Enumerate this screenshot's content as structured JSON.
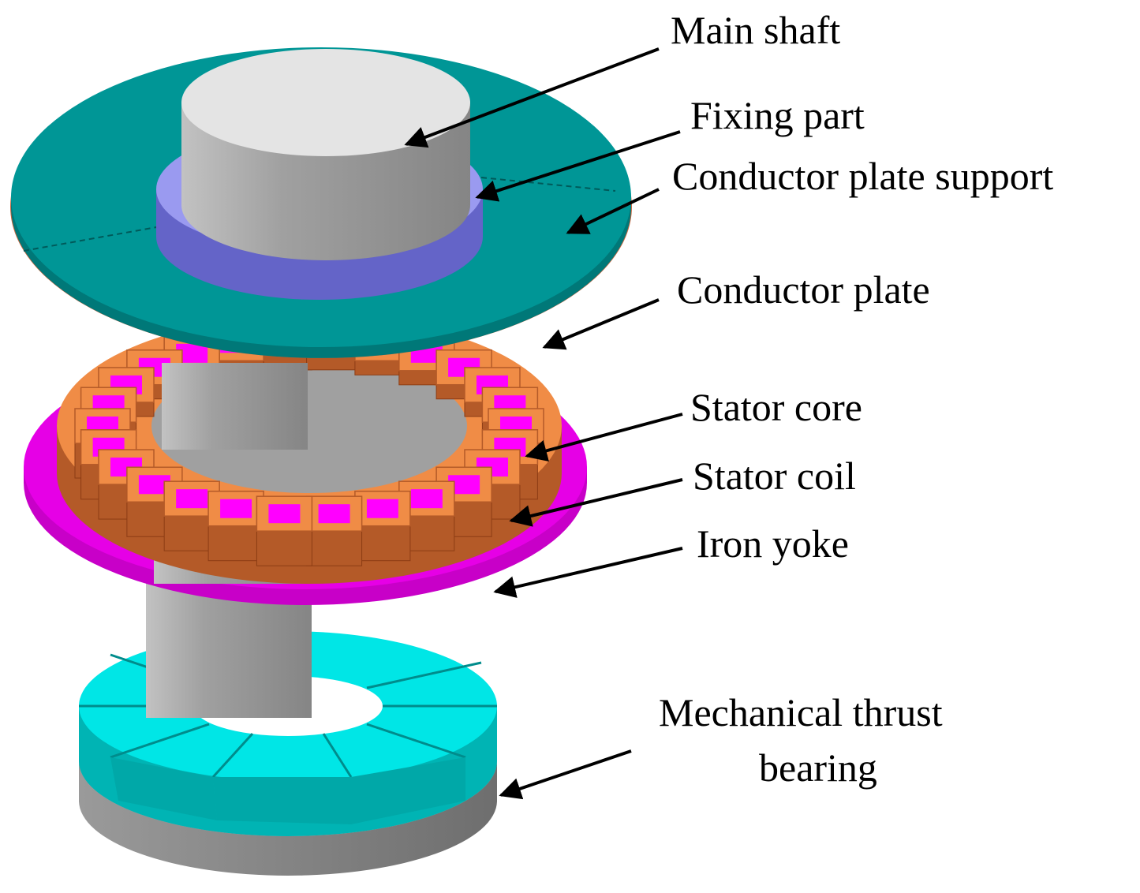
{
  "labels": {
    "main_shaft": "Main shaft",
    "fixing_part": "Fixing part",
    "conductor_plate_support": "Conductor plate support",
    "conductor_plate": "Conductor plate",
    "stator_core": "Stator core",
    "stator_coil": "Stator coil",
    "iron_yoke": "Iron yoke",
    "thrust_bearing_line1": "Mechanical thrust",
    "thrust_bearing_line2": "bearing"
  },
  "colors": {
    "shaft_top": "#e4e4e4",
    "shaft_body": "#8c8c8c",
    "fixing_part": "#9a9af0",
    "fixing_part_side": "#6464c8",
    "conductor_support": "#009696",
    "conductor_plate": "#c8643c",
    "stator_core": "#f08c46",
    "stator_coil": "#ff00ff",
    "iron_yoke": "#e600e6",
    "thrust_bearing_top": "#00e6e6",
    "thrust_bearing_side": "#00b4b4",
    "bearing_base": "#8c8c8c",
    "arrow": "#000000"
  }
}
